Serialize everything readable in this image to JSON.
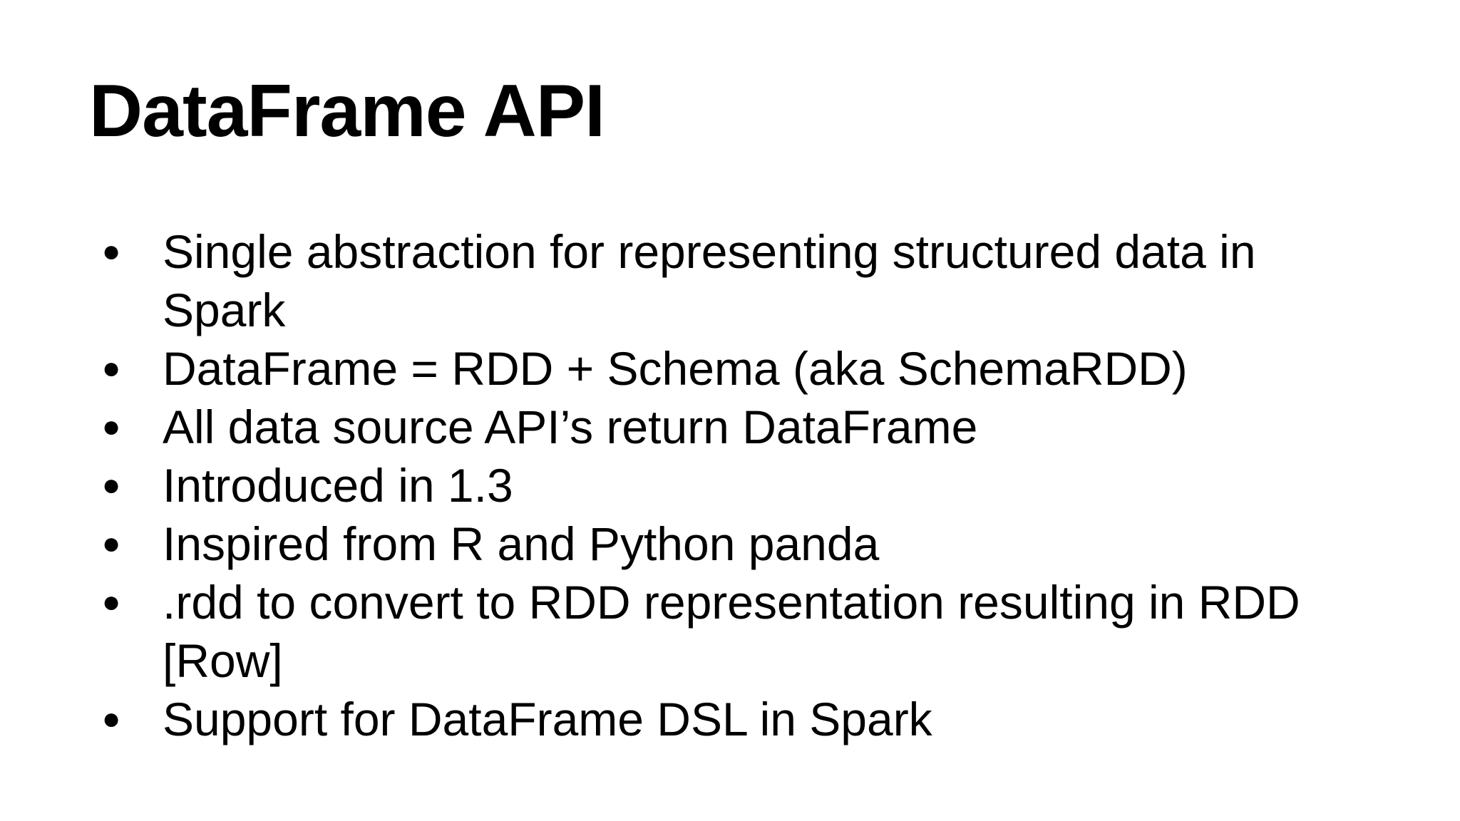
{
  "slide": {
    "title": "DataFrame API",
    "bullet_glyph": "●",
    "bullets": [
      {
        "lines": [
          "Single abstraction for representing structured data in",
          "Spark"
        ]
      },
      {
        "lines": [
          "DataFrame = RDD + Schema (aka SchemaRDD)"
        ]
      },
      {
        "lines": [
          "All data source API’s return DataFrame"
        ]
      },
      {
        "lines": [
          "Introduced in 1.3"
        ]
      },
      {
        "lines": [
          "Inspired from R and Python panda"
        ]
      },
      {
        "lines": [
          ".rdd to convert to RDD representation resulting in RDD",
          "[Row]"
        ]
      },
      {
        "lines": [
          "Support for DataFrame DSL in Spark"
        ]
      }
    ]
  }
}
